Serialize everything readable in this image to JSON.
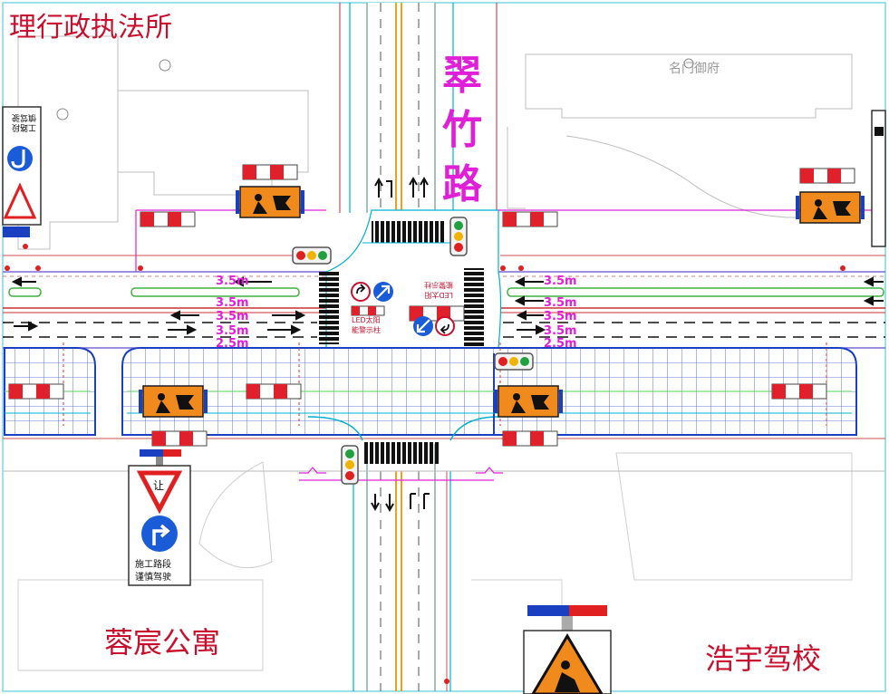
{
  "labels": {
    "top_left_org": "理行政执法所",
    "road_name": "翠竹路",
    "residential_small": "名门御府",
    "apartment": "蓉宸公寓",
    "driving_school": "浩宇驾校"
  },
  "lane_widths": {
    "west": [
      "3.5m",
      "3.5m",
      "3.5m",
      "3.5m",
      "2.5m"
    ],
    "east": [
      "3.5m",
      "3.5m",
      "3.5m",
      "3.5m",
      "2.5m"
    ]
  },
  "signs": {
    "yield": "让",
    "construction_text": [
      "施工路段",
      "谨慎驾驶"
    ],
    "left_partial_text": [
      "工路段",
      "慎驾驶"
    ],
    "led_center": [
      "LED太阳",
      "能警示柱"
    ],
    "led_center_flipped": [
      "LED太阳",
      "能警示柱"
    ]
  },
  "colors": {
    "magenta": "#e020d8",
    "red_label": "#c8102e",
    "blue_outline": "#1a3fc0",
    "cyan_outline": "#00b0d0",
    "sign_orange": "#f08a1c",
    "sign_blue": "#1a5bd8"
  }
}
